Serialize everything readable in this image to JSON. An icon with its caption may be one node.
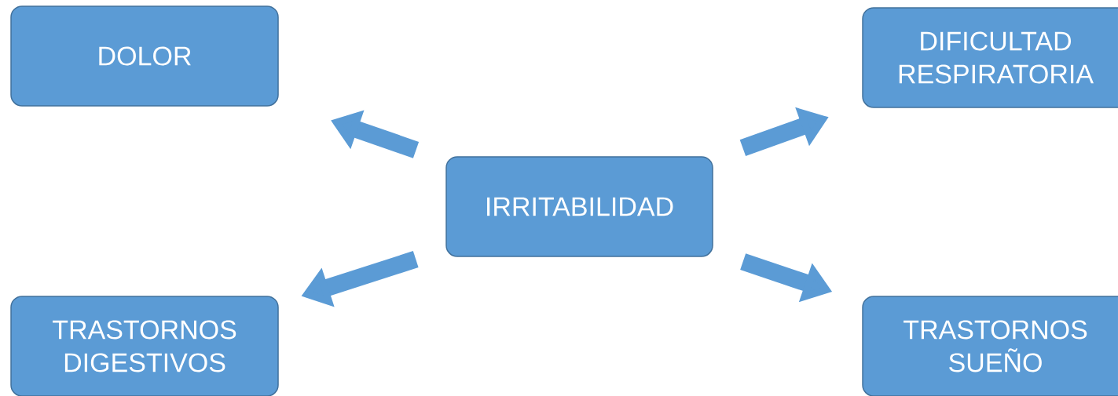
{
  "diagram": {
    "nodes": [
      {
        "text": [
          "IRRITABILIDAD"
        ]
      },
      {
        "text": [
          "DOLOR"
        ]
      },
      {
        "text": [
          "DIFICULTAD RESPIRATORIA"
        ]
      },
      {
        "text": [
          "TRASTORNOS DIGESTIVOS"
        ]
      },
      {
        "text": [
          "TRASTORNOS SUEÑO"
        ]
      }
    ],
    "edges": [
      {
        "from": 0,
        "to": 1,
        "arrow": "to"
      },
      {
        "from": 0,
        "to": 2,
        "arrow": "to"
      },
      {
        "from": 0,
        "to": 3,
        "arrow": "to"
      },
      {
        "from": 0,
        "to": 4,
        "arrow": "to"
      }
    ]
  }
}
